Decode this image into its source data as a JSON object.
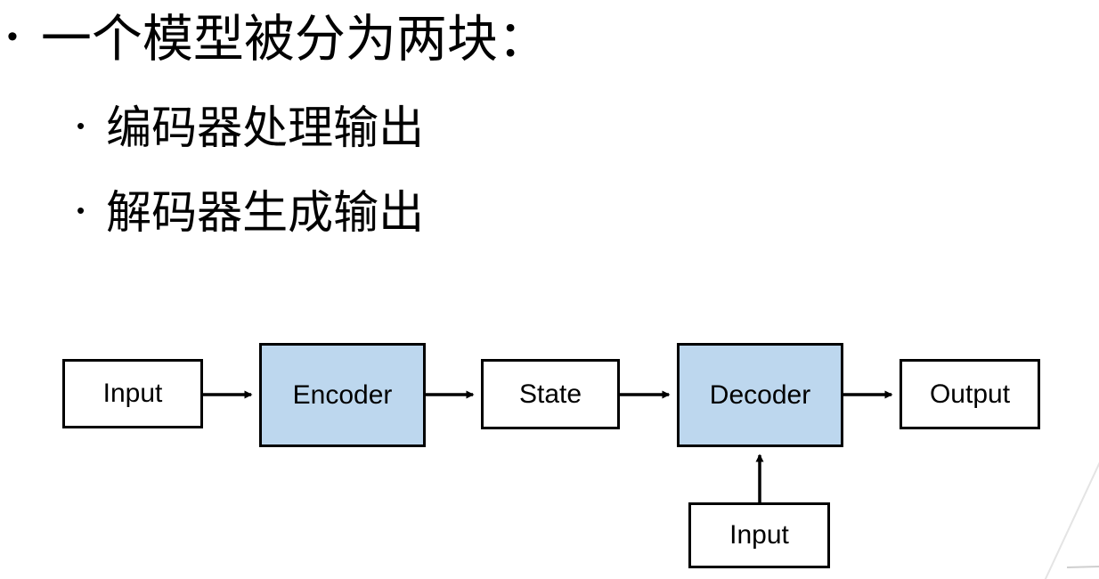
{
  "slide": {
    "bullet_glyph": "•",
    "title": "一个模型被分为两块：",
    "sub_bullets": [
      {
        "label": "编码器处理输出"
      },
      {
        "label": "解码器生成输出"
      }
    ]
  },
  "diagram": {
    "nodes": [
      {
        "id": "input1",
        "label": "Input",
        "style": "plain"
      },
      {
        "id": "encoder",
        "label": "Encoder",
        "style": "highlight"
      },
      {
        "id": "state",
        "label": "State",
        "style": "plain"
      },
      {
        "id": "decoder",
        "label": "Decoder",
        "style": "highlight"
      },
      {
        "id": "output",
        "label": "Output",
        "style": "plain"
      },
      {
        "id": "input2",
        "label": "Input",
        "style": "plain"
      }
    ],
    "edges": [
      {
        "from": "input1",
        "to": "encoder",
        "direction": "right"
      },
      {
        "from": "encoder",
        "to": "state",
        "direction": "right"
      },
      {
        "from": "state",
        "to": "decoder",
        "direction": "right"
      },
      {
        "from": "decoder",
        "to": "output",
        "direction": "right"
      },
      {
        "from": "input2",
        "to": "decoder",
        "direction": "up"
      }
    ],
    "colors": {
      "highlight_fill": "#bdd7ee",
      "box_border": "#000000",
      "arrow": "#000000",
      "text": "#000000",
      "background": "#ffffff"
    }
  }
}
